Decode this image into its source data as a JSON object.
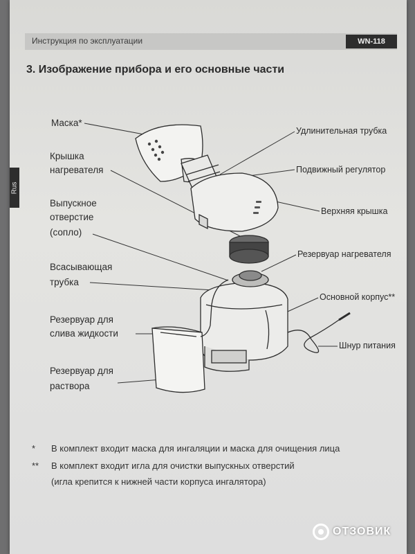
{
  "header": {
    "title": "Инструкция по эксплуатации",
    "model": "WN-118",
    "language_tab": "Rus"
  },
  "section": {
    "title": "3. Изображение прибора и его основные части"
  },
  "labels": {
    "mask": "Маска*",
    "heater_cap_1": "Крышка",
    "heater_cap_2": "нагревателя",
    "outlet_1": "Выпускное",
    "outlet_2": "отверстие",
    "outlet_3": "(сопло)",
    "suction_1": "Всасывающая",
    "suction_2": "трубка",
    "drain_1": "Резервуар для",
    "drain_2": "слива жидкости",
    "solution_1": "Резервуар для",
    "solution_2": "раствора",
    "extension_tube": "Удлинительная трубка",
    "regulator": "Подвижный регулятор",
    "top_cover": "Верхняя крышка",
    "heater_tank": "Резервуар нагревателя",
    "main_body": "Основной корпус**",
    "power_cord": "Шнур питания"
  },
  "footnotes": [
    {
      "mark": "*",
      "text": "В комплект входит маска для ингаляции и маска для очищения лица"
    },
    {
      "mark": "**",
      "text": "В комплект входит игла для очистки выпускных отверстий"
    },
    {
      "mark": "",
      "text": "(игла крепится к нижней части корпуса ингалятора)"
    }
  ],
  "watermark": {
    "text": "ОТЗОВИК"
  },
  "colors": {
    "paper": "#e0e0dd",
    "ink": "#2b2b2b",
    "badge": "#2d2d2d"
  }
}
